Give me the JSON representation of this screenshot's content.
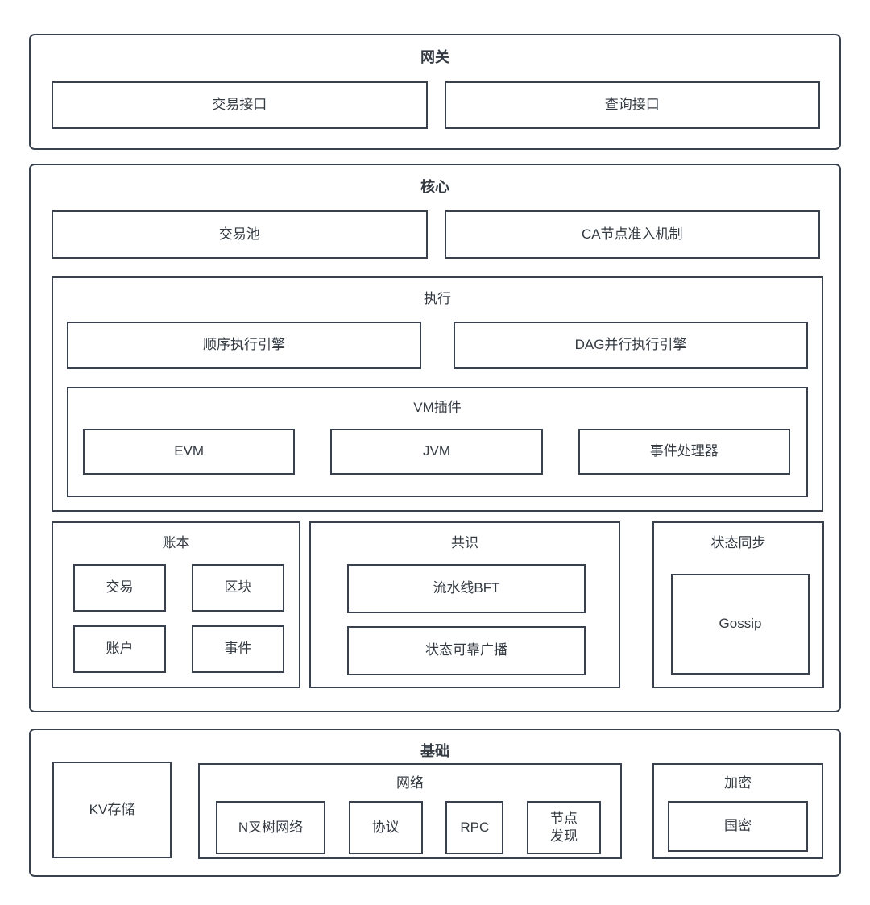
{
  "diagram": {
    "colors": {
      "border": "#39414e",
      "text": "#333a42",
      "background": "#ffffff"
    },
    "gateway": {
      "title": "网关",
      "items": [
        {
          "label": "交易接口"
        },
        {
          "label": "查询接口"
        }
      ]
    },
    "core": {
      "title": "核心",
      "top_row": [
        {
          "label": "交易池"
        },
        {
          "label": "CA节点准入机制"
        }
      ],
      "execution": {
        "title": "执行",
        "engines": [
          {
            "label": "顺序执行引擎"
          },
          {
            "label": "DAG并行执行引擎"
          }
        ],
        "vm_plugin": {
          "title": "VM插件",
          "items": [
            {
              "label": "EVM"
            },
            {
              "label": "JVM"
            },
            {
              "label": "事件处理器"
            }
          ]
        }
      },
      "ledger": {
        "title": "账本",
        "items": [
          {
            "label": "交易"
          },
          {
            "label": "区块"
          },
          {
            "label": "账户"
          },
          {
            "label": "事件"
          }
        ]
      },
      "consensus": {
        "title": "共识",
        "items": [
          {
            "label": "流水线BFT"
          },
          {
            "label": "状态可靠广播"
          }
        ]
      },
      "state_sync": {
        "title": "状态同步",
        "items": [
          {
            "label": "Gossip"
          }
        ]
      }
    },
    "base": {
      "title": "基础",
      "kv_storage": {
        "label": "KV存储"
      },
      "network": {
        "title": "网络",
        "items": [
          {
            "label": "N叉树网络"
          },
          {
            "label": "协议"
          },
          {
            "label": "RPC"
          },
          {
            "label": "节点发现"
          }
        ]
      },
      "crypto": {
        "title": "加密",
        "items": [
          {
            "label": "国密"
          }
        ]
      }
    }
  }
}
